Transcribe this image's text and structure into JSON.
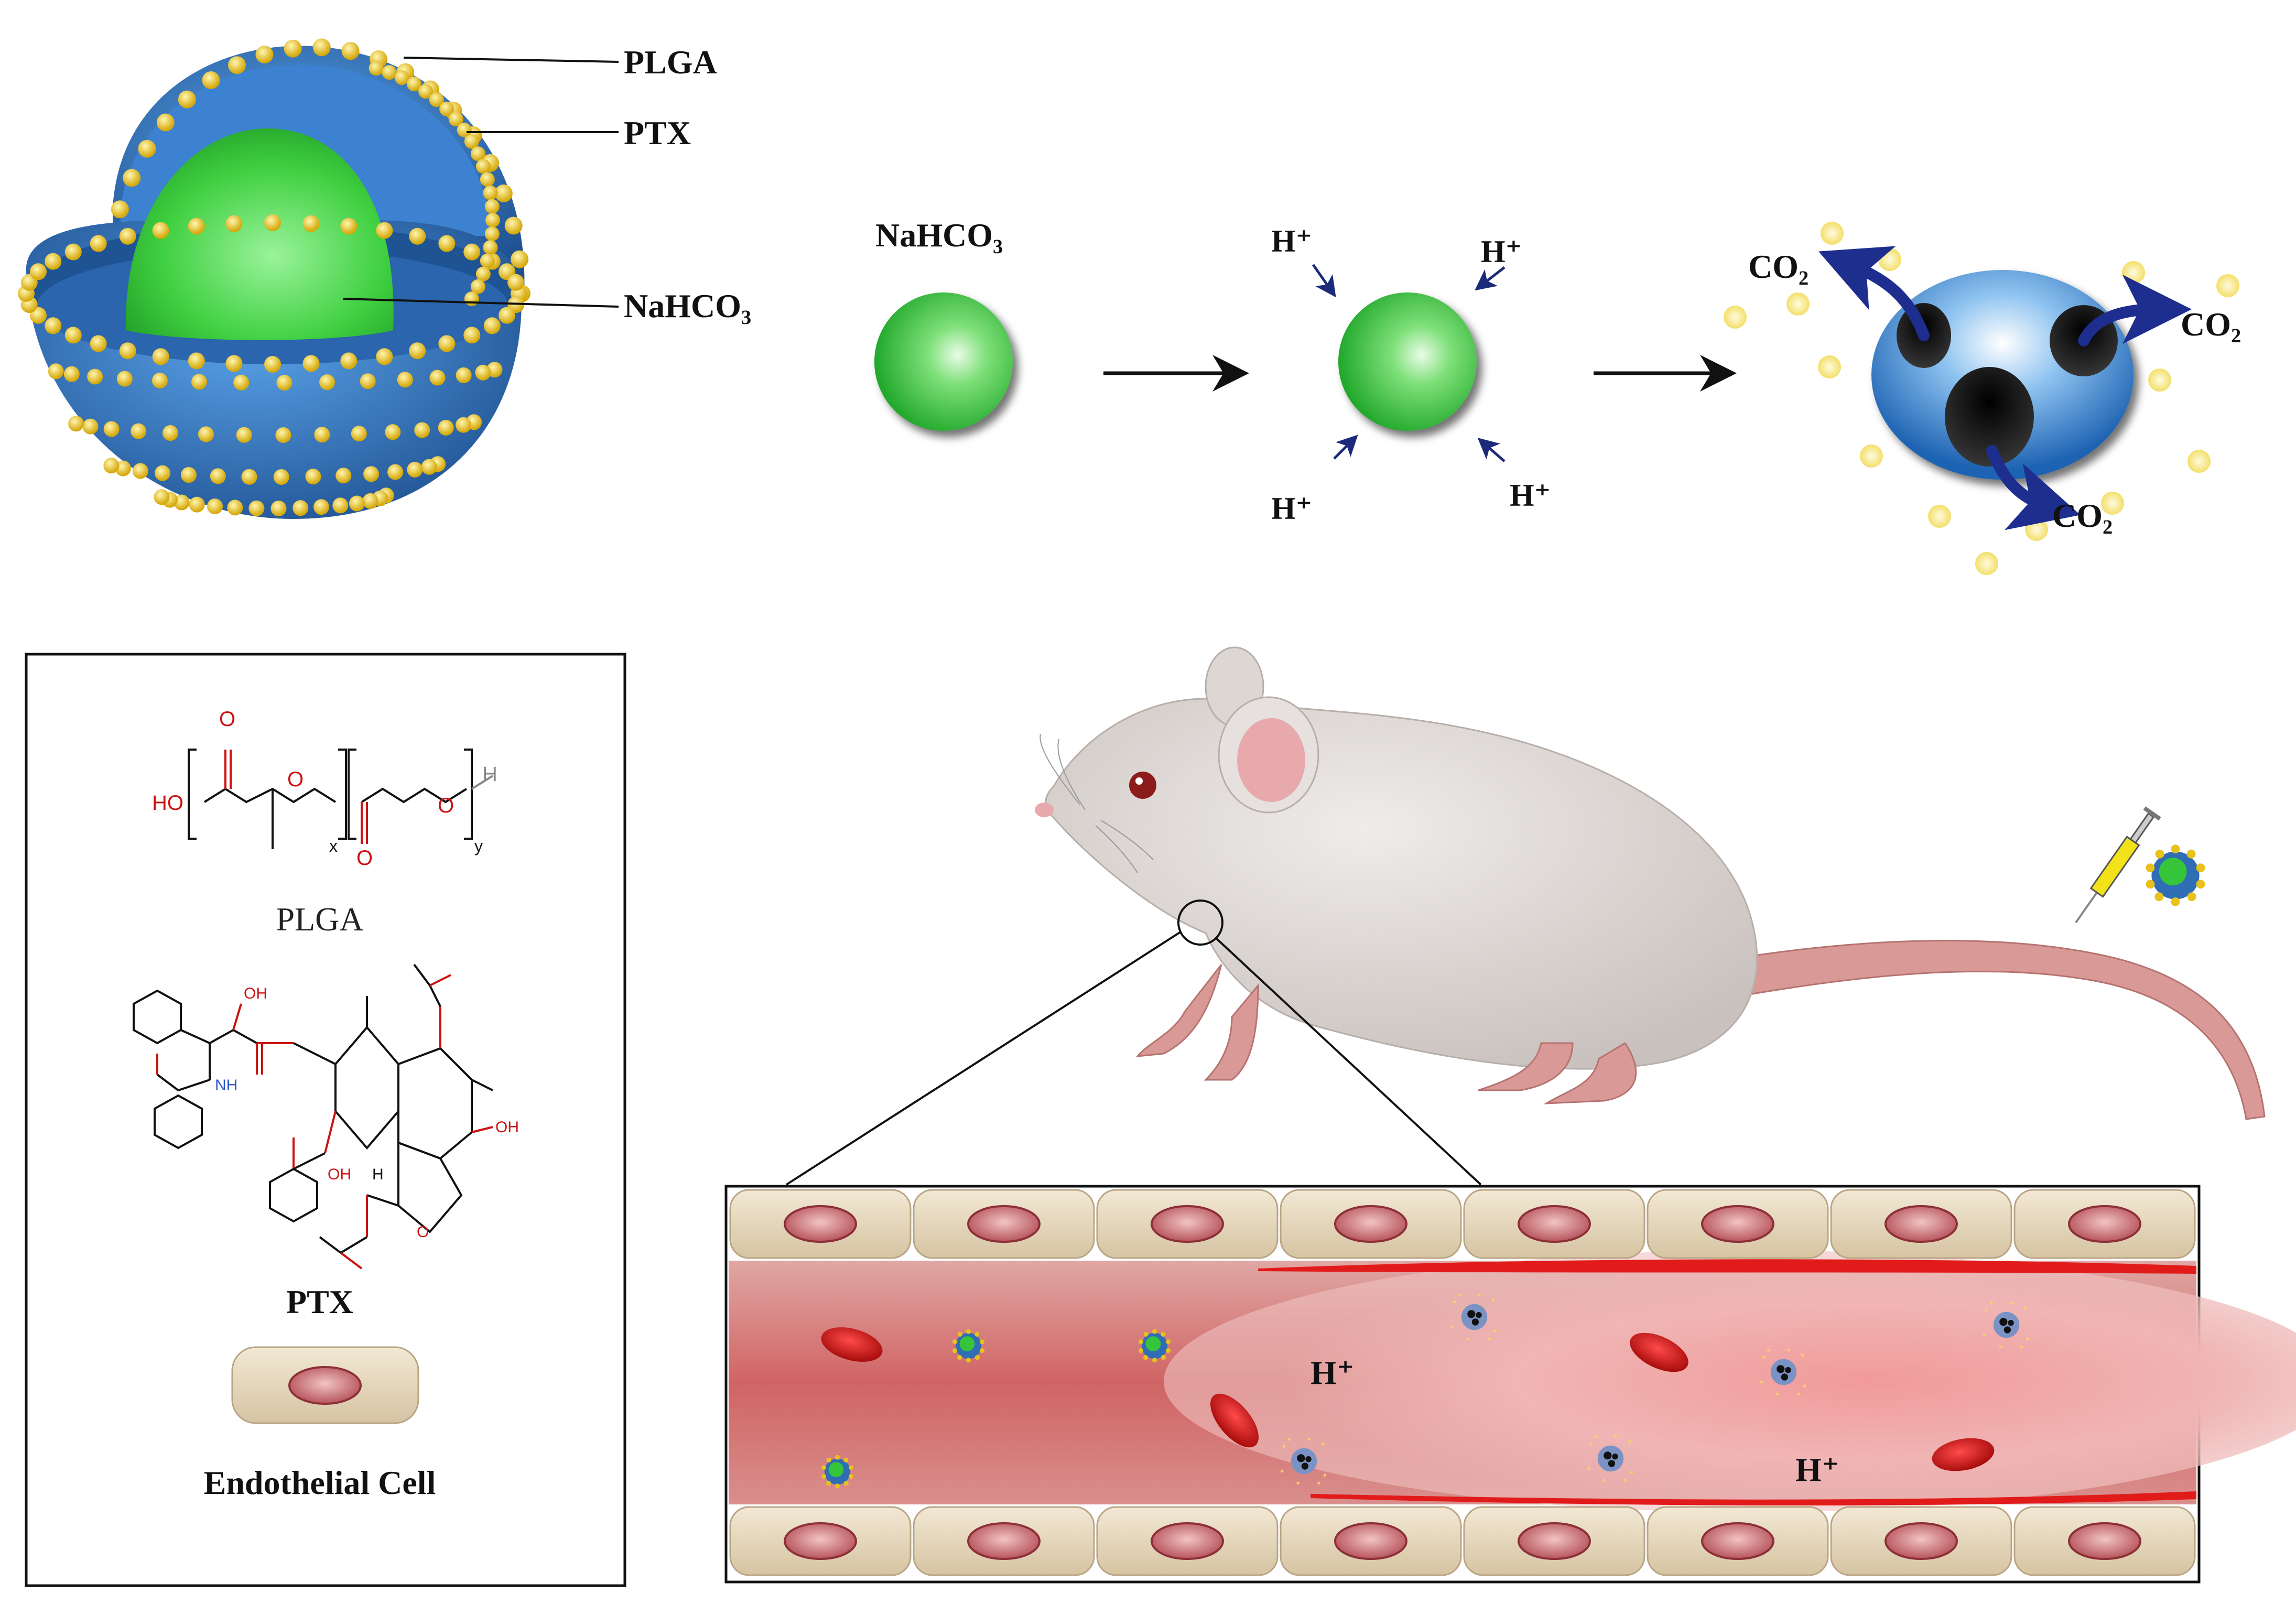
{
  "nanoparticle": {
    "labels": {
      "plga": "PLGA",
      "ptx": "PTX",
      "core": "NaHCO₃"
    }
  },
  "reaction": {
    "start_label": "NaHCO₃",
    "proton": "H⁺",
    "gas": "CO₂"
  },
  "legend": {
    "plga_caption": "PLGA",
    "plga_formula": {
      "acid": "HO",
      "carbonyl_o": "O",
      "ester_o": "O",
      "sub_x": "x",
      "sub_y": "y",
      "terminal_h": "H"
    },
    "ptx_caption": "PTX",
    "ptx_formula": {
      "oh1": "OH",
      "oh2": "OH",
      "oh3": "OH",
      "nh": "NH",
      "h": "H",
      "o": "O"
    },
    "cell_caption": "Endothelial Cell"
  },
  "vessel": {
    "proton_1": "H⁺",
    "proton_2": "H⁺"
  },
  "colors": {
    "plga_shell": "#2f6db5",
    "ptx_dots": "#e8c21a",
    "core": "#35c43a",
    "vessel": "#d96a6a",
    "endothelium": "#e6d8bd",
    "mouse": "#e3dfdc",
    "tail": "#d99a97"
  }
}
